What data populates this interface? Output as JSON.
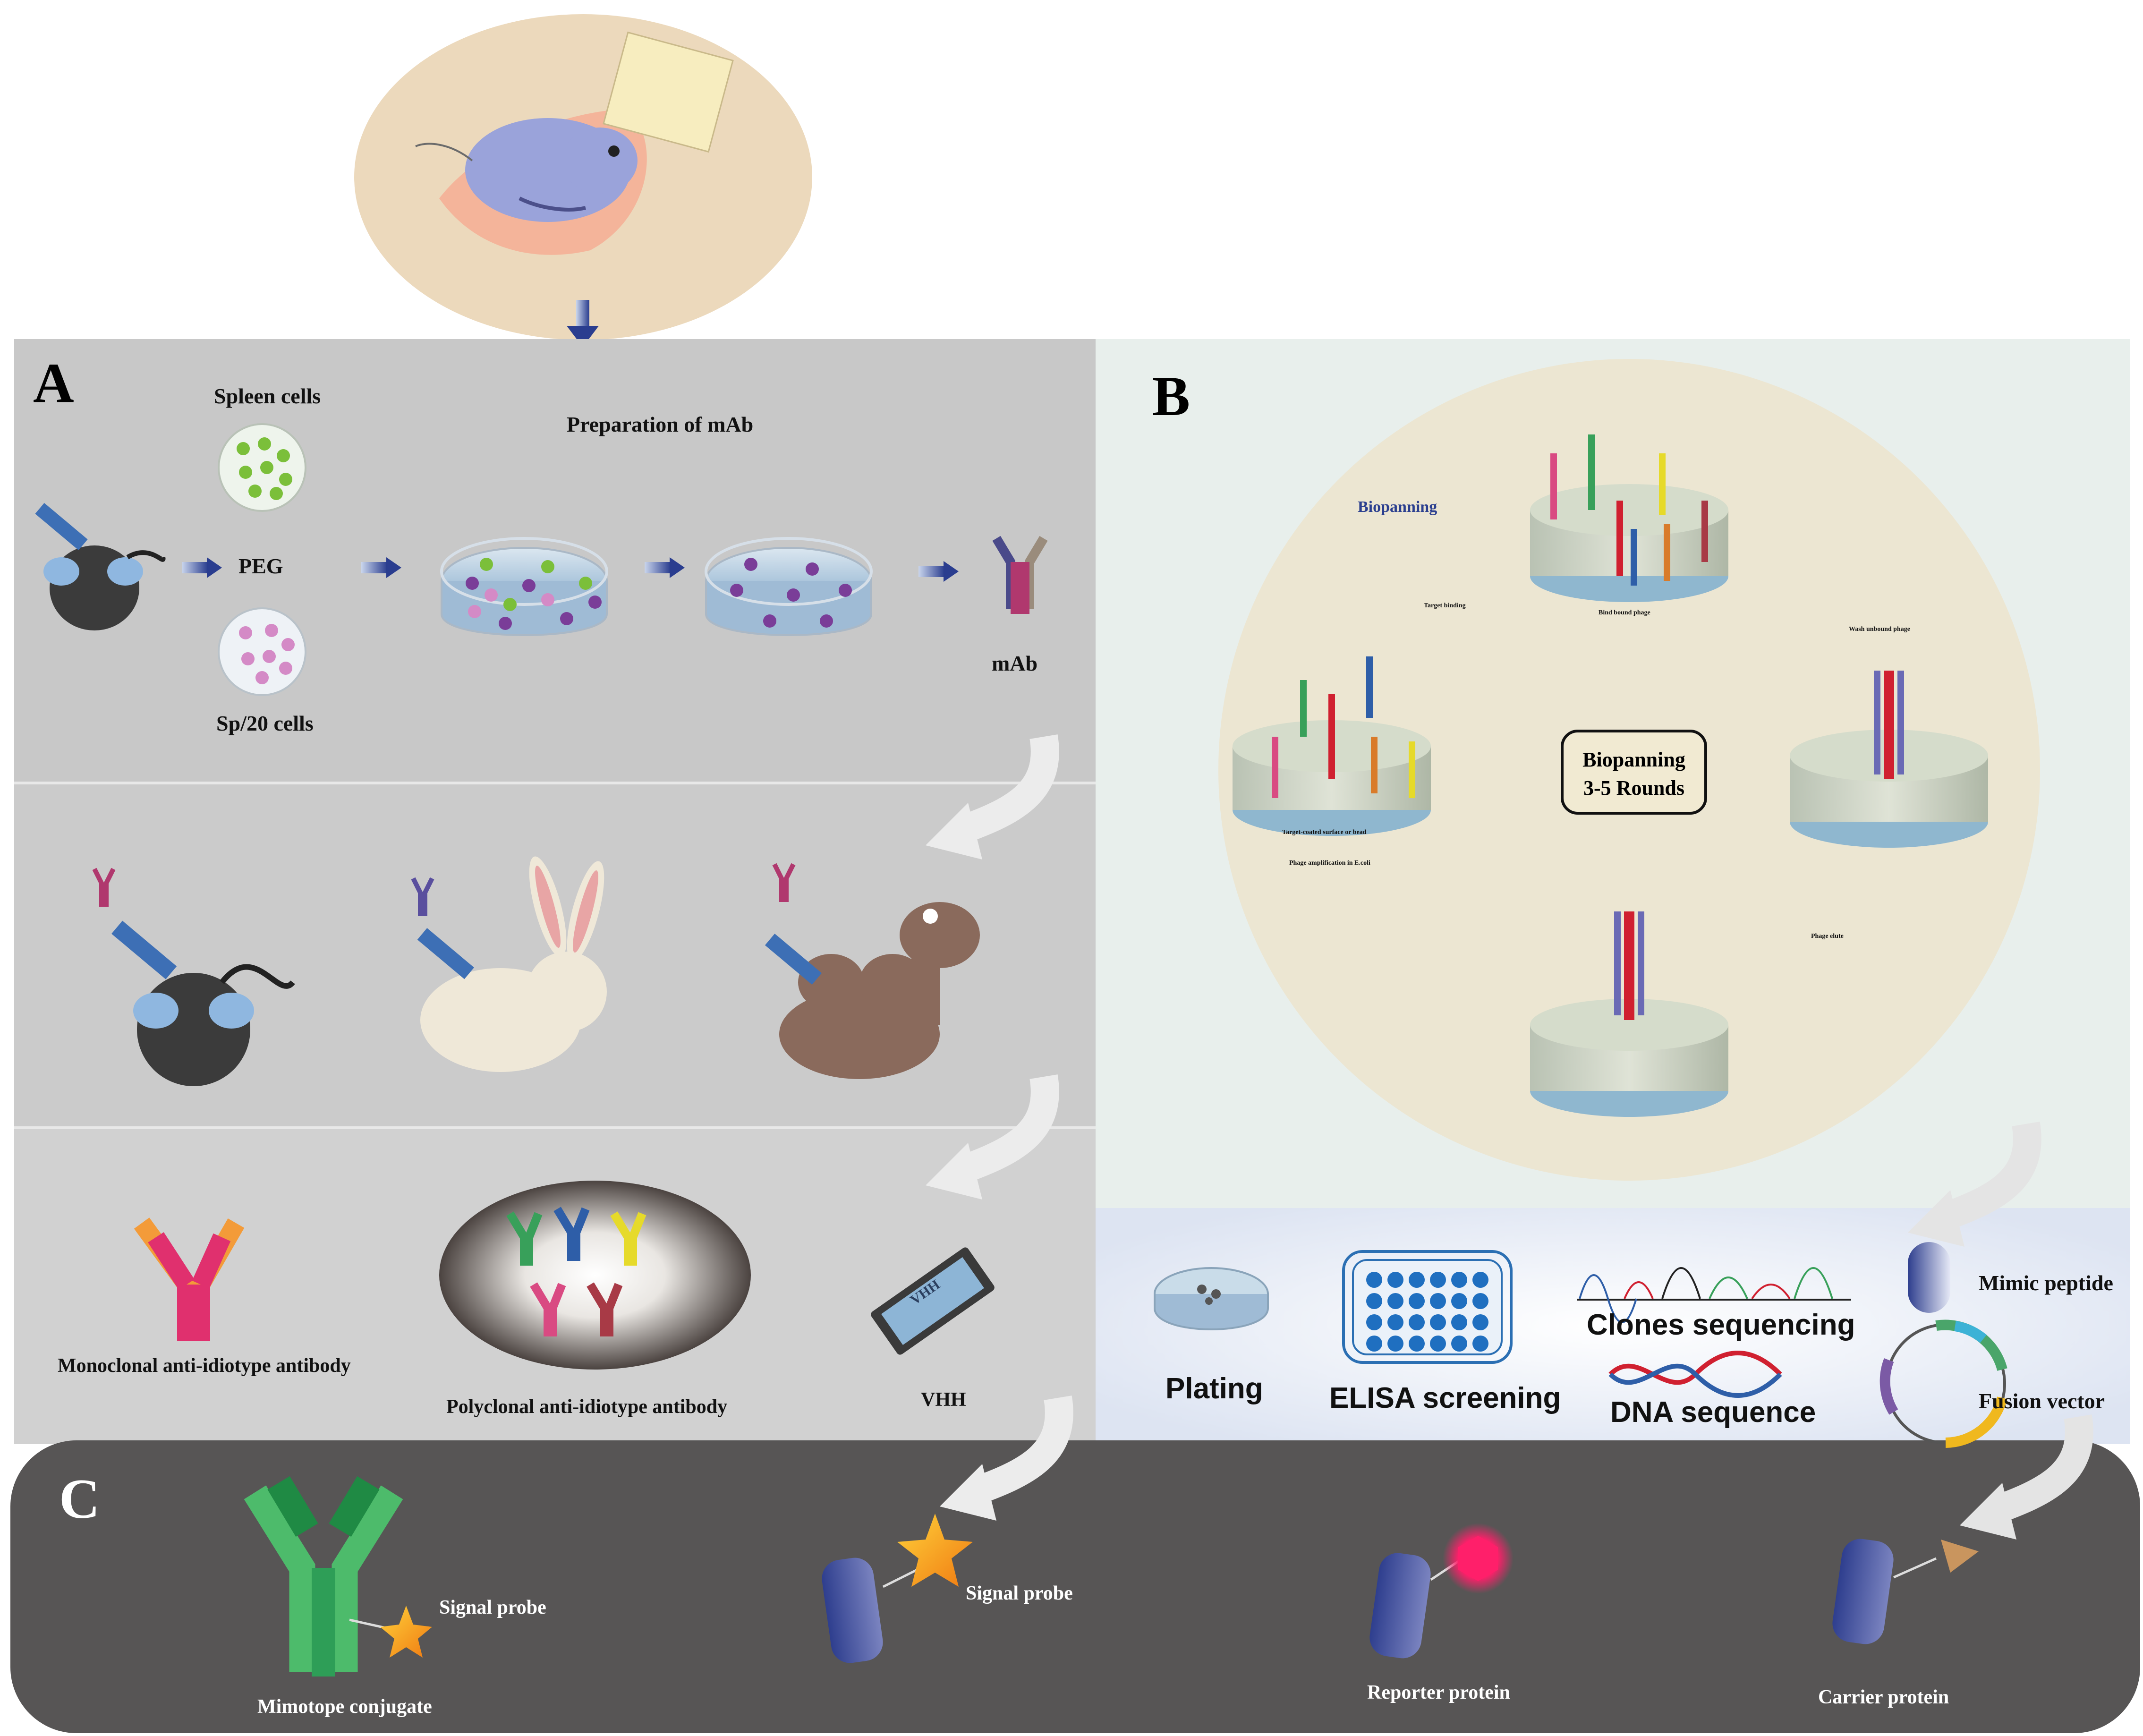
{
  "panels": {
    "a": {
      "letter": "A",
      "spleen_cells": "Spleen cells",
      "preparation": "Preparation of mAb",
      "peg": "PEG",
      "sp20_cells": "Sp/20 cells",
      "mab": "mAb",
      "monoclonal": "Monoclonal anti-idiotype antibody",
      "polyclonal": "Polyclonal anti-idiotype antibody",
      "vhh_label": "VHH",
      "vhh_chip": "VHH"
    },
    "b": {
      "letter": "B",
      "biopanning": "Biopanning",
      "target_binding": "Target binding",
      "bind_bound": "Bind bound phage",
      "wash_unbound": "Wash unbound phage",
      "target_coated": "Target-coated surface or bead",
      "phage_amplification": "Phage amplification in E.coli",
      "phage_elute": "Phage elute",
      "rounds_line1": "Biopanning",
      "rounds_line2": "3-5 Rounds",
      "plating": "Plating",
      "elisa": "ELISA screening",
      "clones": "Clones sequencing",
      "dna": "DNA sequence",
      "mimic": "Mimic peptide",
      "fusion": "Fusion vector"
    },
    "c": {
      "letter": "C",
      "signal_probe_1": "Signal probe",
      "mimotope": "Mimotope conjugate",
      "signal_probe_2": "Signal probe",
      "reporter": "Reporter protein",
      "carrier": "Carrier protein"
    }
  },
  "colors": {
    "panel_a_bg": "#c8c8c8",
    "panel_b_bg": "#e8efec",
    "panel_c_bg": "#575555",
    "biopanning_circle": "#ece6d2",
    "top_ellipse": "#ecd9bc",
    "arrow_blue": "#2a3d8f"
  }
}
